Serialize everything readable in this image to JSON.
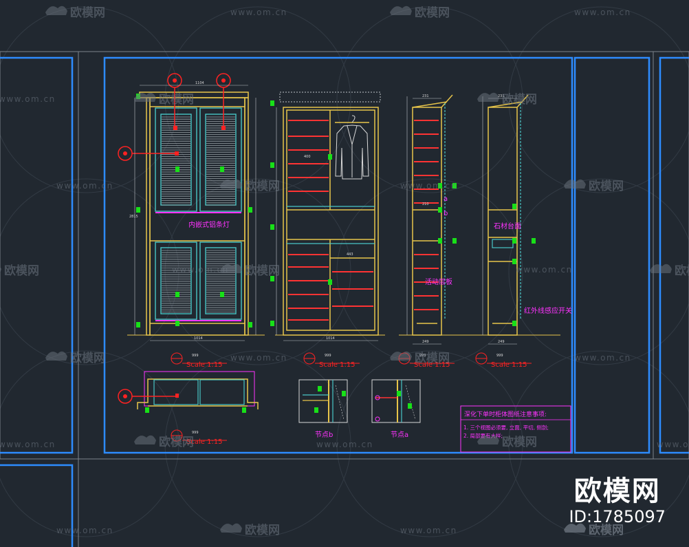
{
  "watermark": {
    "brand": "欧模网",
    "url": "www.om.cn"
  },
  "brand_badge": {
    "name": "欧模网",
    "id": "ID:1785097"
  },
  "drawing": {
    "labels": {
      "led_strip": "内嵌式铝条灯",
      "stone_top": "石材台面",
      "glass_shelf": "活动层板",
      "ir_switch": "红外线感应开关",
      "detail_a_mark": "a",
      "detail_b_mark": "b"
    },
    "views": [
      {
        "name": "999",
        "scale": "Scale 1:15"
      },
      {
        "name": "999",
        "scale": "Scale 1:15"
      },
      {
        "name": "999",
        "scale": "Scale 1:15"
      },
      {
        "name": "999",
        "scale": "Scale 1:15"
      },
      {
        "name": "999",
        "scale": "Scale 1:15"
      }
    ],
    "details": {
      "b": "节点b",
      "a": "节点a"
    },
    "notes": {
      "title": "深化下单时柜体图纸注意事项:",
      "line1": "1. 三个视图必须要, 立面, 平切, 侧剖;",
      "line2": "2. 局部要有大样;"
    },
    "dims": {
      "width_top": "1104",
      "width_bottom": "1014",
      "height": "2815",
      "depth": "231",
      "depth2": "249",
      "small1": "210",
      "mid": "443",
      "shelf": "400"
    }
  },
  "colors": {
    "background": "#212830",
    "sheet_border": "#2d8cff",
    "cabinet": "#e8c54a",
    "panel": "#49c6c6",
    "shelf": "#ff3333",
    "annotation": "#ff33ff",
    "marker": "#18e018"
  }
}
